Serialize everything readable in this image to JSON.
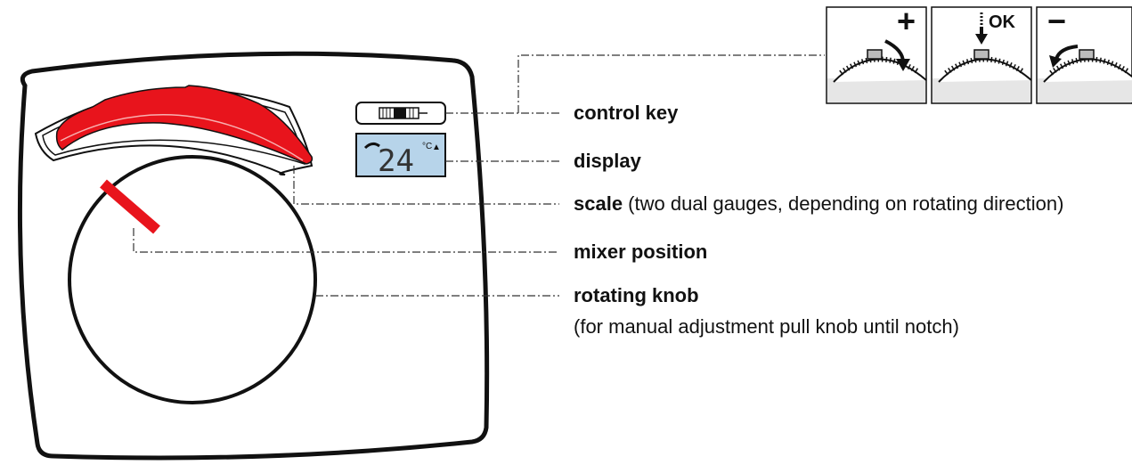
{
  "labels": {
    "control_key": "control key",
    "display": "display",
    "scale_bold": "scale",
    "scale_rest": " (two dual gauges, depending on rotating direction)",
    "mixer_position": "mixer position",
    "rotating_knob": "rotating knob",
    "rotating_knob_note": "(for manual adjustment pull knob until notch)"
  },
  "display": {
    "temperature": "24",
    "unit": "°C",
    "indicator": "▲"
  },
  "control_key_states": [
    {
      "symbol": "+",
      "name": "plus"
    },
    {
      "symbol": "OK",
      "name": "ok"
    },
    {
      "symbol": "−",
      "name": "minus"
    }
  ],
  "colors": {
    "scale": "#e8141c",
    "pointer": "#e8141c",
    "display_bg": "#b7d4ea",
    "outline": "#111111"
  }
}
